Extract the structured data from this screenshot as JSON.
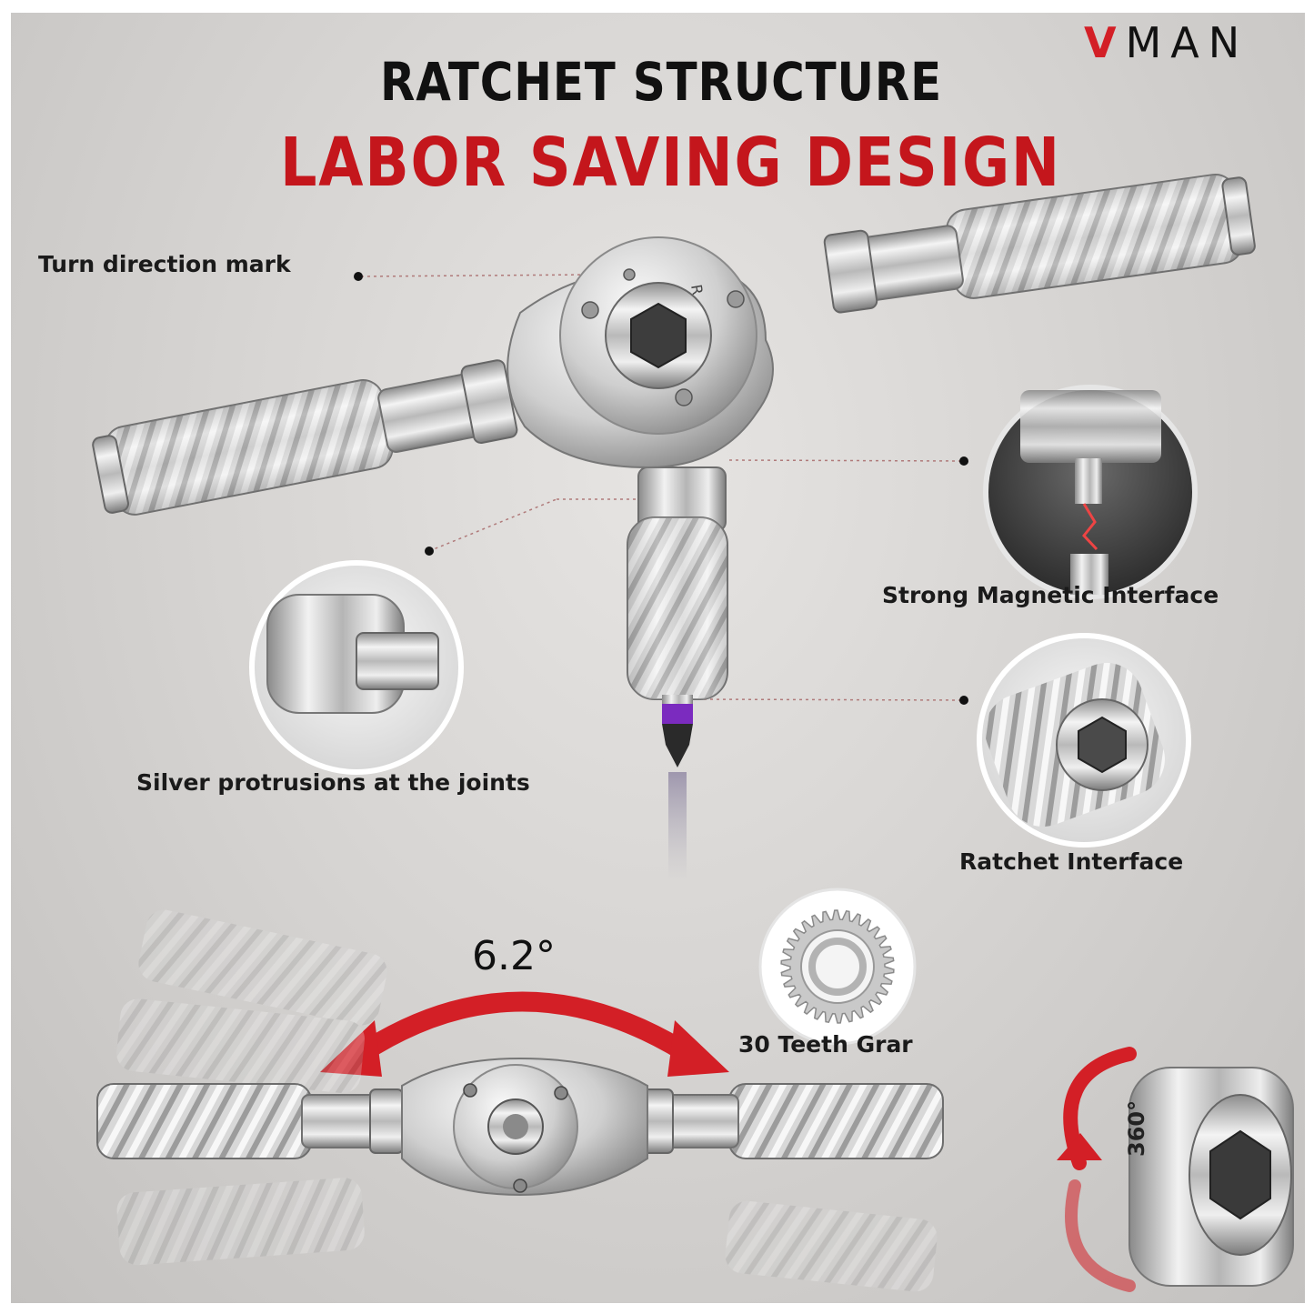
{
  "brand": {
    "mark": "V",
    "name": "MAN"
  },
  "heading": {
    "line1": "RATCHET STRUCTURE",
    "line2": "LABOR SAVING DESIGN"
  },
  "callouts": {
    "turn_direction": "Turn direction mark",
    "magnetic": "Strong Magnetic Interface",
    "protrusions": "Silver protrusions at the joints",
    "ratchet_interface": "Ratchet Interface",
    "teeth": "30 Teeth Grar"
  },
  "angles": {
    "swing": "6.2°",
    "rotation": "360°"
  },
  "colors": {
    "accent": "#c4161c",
    "text": "#111111",
    "background": "#d7d5d3"
  }
}
